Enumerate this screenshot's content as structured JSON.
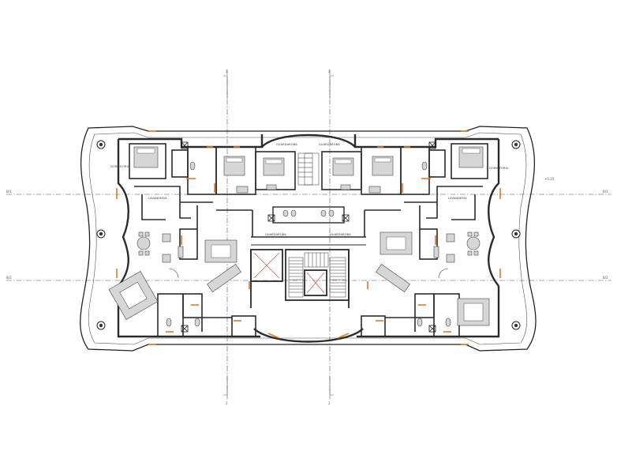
{
  "labels": {
    "left_bedroom": "DORMITORIO",
    "right_bedroom": "DORMITORIO",
    "left_laundry": "LAVANDERIA",
    "right_laundry": "LAVANDERIA",
    "left_closet": "GUARDAROBA",
    "right_closet": "GUARDAROBA",
    "mid_left_closet": "GUARDAROBA",
    "mid_right_closet": "GUARDAROBA"
  },
  "axes": {
    "left_top": "B/1",
    "left_bottom": "B/2",
    "right_top": "B/1",
    "right_bottom": "B/2",
    "top_left": "2",
    "top_right": "2",
    "bottom_left": "2",
    "bottom_right": "2",
    "north_note": "+0.15"
  },
  "colors": {
    "walls": "#2b2b2b",
    "doors": "#e07a2a",
    "furniture": "#d6d6d6"
  }
}
